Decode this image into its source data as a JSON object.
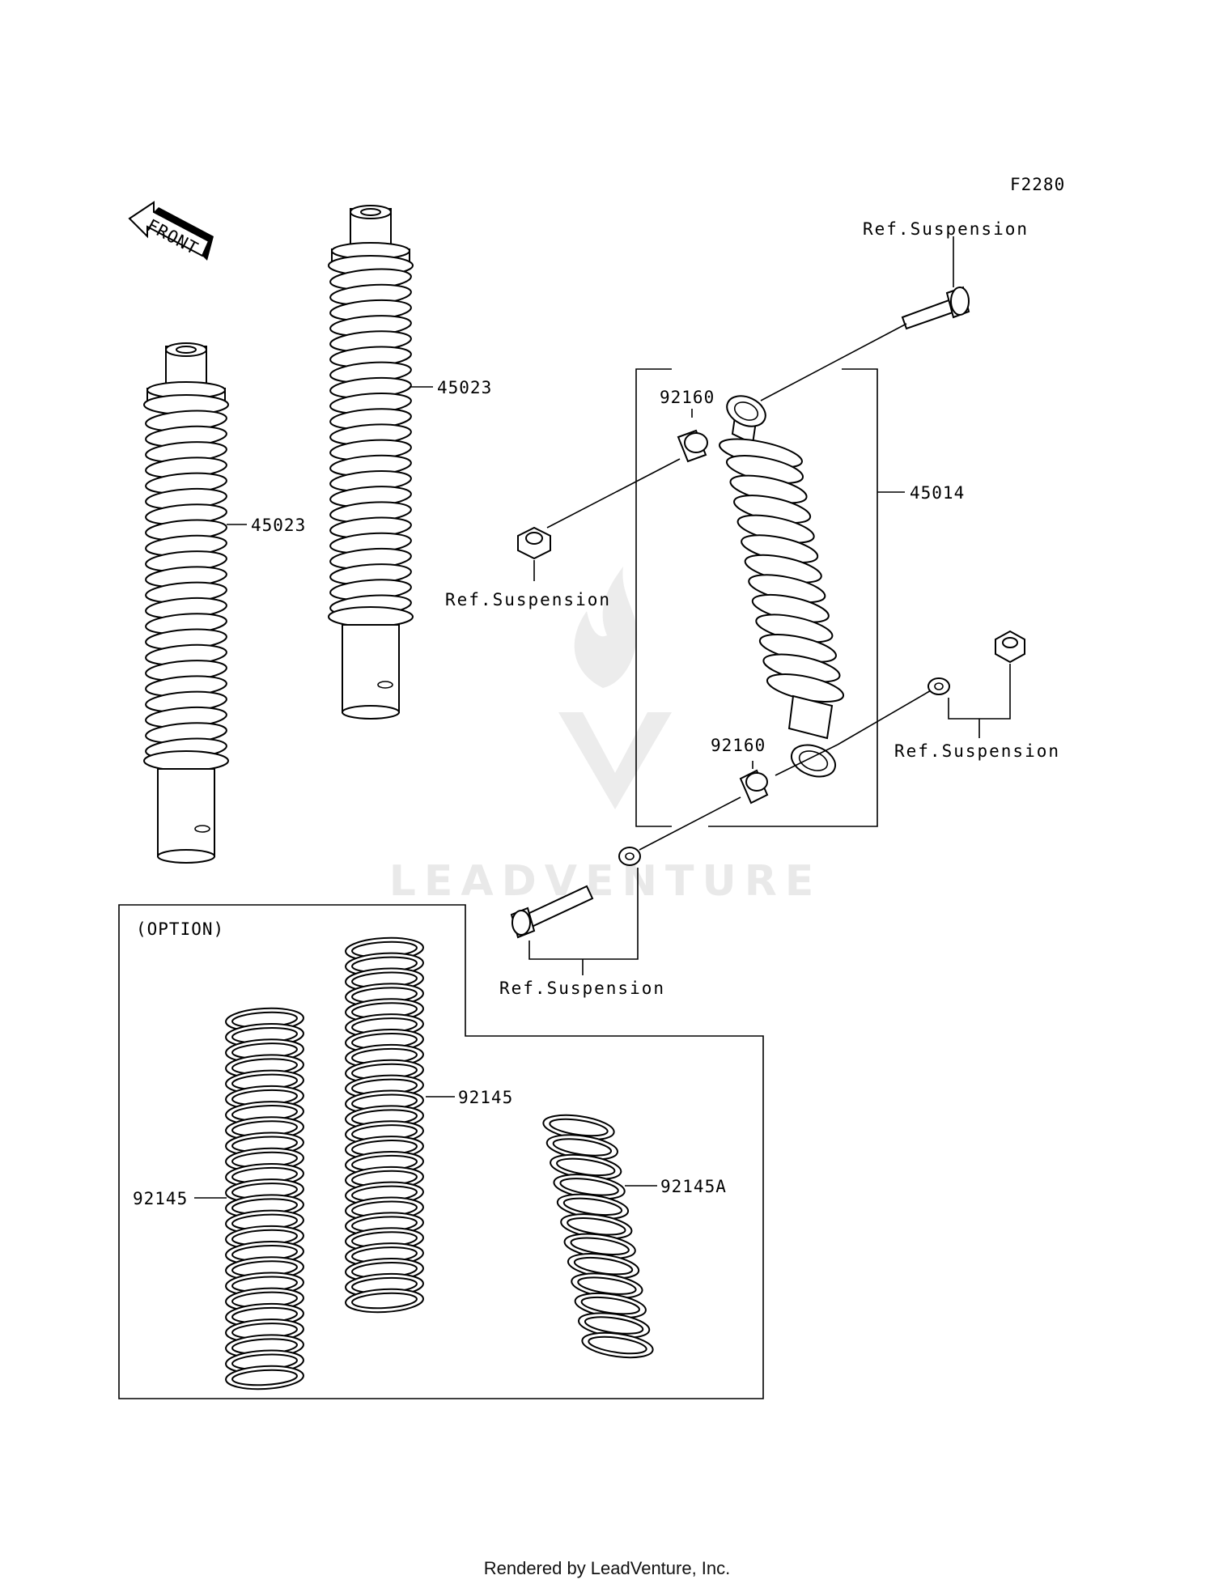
{
  "figure_code": "F2280",
  "front_arrow_label": "FRONT",
  "watermark_text": "LEADVENTURE",
  "option_box_label": "(OPTION)",
  "footer_text": "Rendered by LeadVenture, Inc.",
  "callouts": {
    "shock_left": "45023",
    "shock_middle": "45023",
    "shock_assembly": "45014",
    "bushing_upper": "92160",
    "bushing_lower": "92160",
    "ref_top_bolt": "Ref.Suspension",
    "ref_upper_nut": "Ref.Suspension",
    "ref_lower_right": "Ref.Suspension",
    "ref_lower_bolt": "Ref.Suspension",
    "spring_left": "92145",
    "spring_middle": "92145",
    "spring_right": "92145A"
  }
}
